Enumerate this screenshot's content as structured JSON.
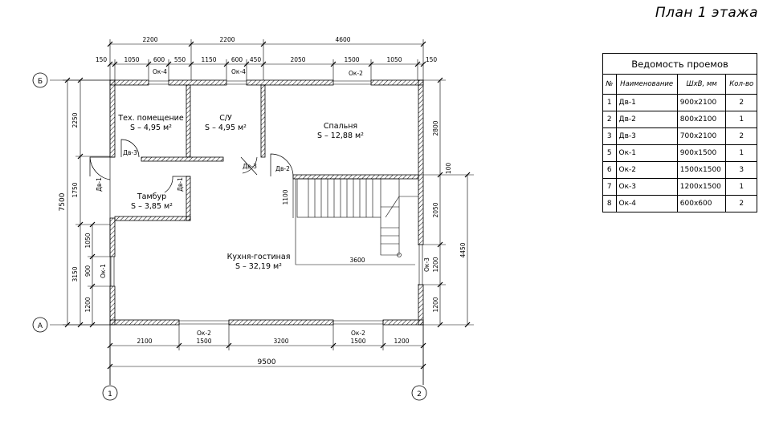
{
  "title": "План 1 этажа",
  "schedule": {
    "caption": "Ведомость проемов",
    "headers": [
      "№",
      "Наименование",
      "ШхВ, мм",
      "Кол-во"
    ],
    "rows": [
      [
        "1",
        "Дв-1",
        "900x2100",
        "2"
      ],
      [
        "2",
        "Дв-2",
        "800x2100",
        "1"
      ],
      [
        "3",
        "Дв-3",
        "700x2100",
        "2"
      ],
      [
        "5",
        "Ок-1",
        "900x1500",
        "1"
      ],
      [
        "6",
        "Ок-2",
        "1500x1500",
        "3"
      ],
      [
        "7",
        "Ок-3",
        "1200x1500",
        "1"
      ],
      [
        "8",
        "Ок-4",
        "600x600",
        "2"
      ]
    ]
  },
  "axes": {
    "A": "А",
    "B": "Б",
    "n1": "1",
    "n2": "2"
  },
  "rooms": {
    "tech_name": "Тех. помещение",
    "tech_area": "S – 4,95 м²",
    "wc_name": "С/У",
    "wc_area": "S – 4,95 м²",
    "bedroom_name": "Спальня",
    "bedroom_area": "S – 12,88 м²",
    "vestibule_name": "Тамбур",
    "vestibule_area": "S – 3,85 м²",
    "living_name": "Кухня-гостиная",
    "living_area": "S – 32,19 м²"
  },
  "openings": {
    "ok4a": "Ок-4",
    "ok4b": "Ок-4",
    "ok2top": "Ок-2",
    "ok2b1": "Ок-2",
    "ok2b2": "Ок-2",
    "ok1": "Ок-1",
    "ok3": "Ок-3",
    "dv3a": "Дв-3",
    "dv3b": "Дв-3",
    "dv2": "Дв-2",
    "dv1a": "Дв-1",
    "dv1b": "Дв-1"
  },
  "dims": {
    "top1": [
      "2200",
      "2200",
      "4600"
    ],
    "top2": [
      "150",
      "1050",
      "600",
      "550",
      "1150",
      "600",
      "450",
      "2050",
      "1500",
      "1050",
      "150"
    ],
    "bottom1": [
      "2100",
      "1500",
      "3200",
      "1500",
      "1200"
    ],
    "bottom_total": "9500",
    "left_total": "7500",
    "left": [
      "2250",
      "1750",
      "1050",
      "900",
      "1200",
      "3150"
    ],
    "right": [
      "2800",
      "100",
      "2050",
      "1200",
      "1200",
      "4450"
    ],
    "inner": [
      "1100",
      "3600"
    ]
  }
}
